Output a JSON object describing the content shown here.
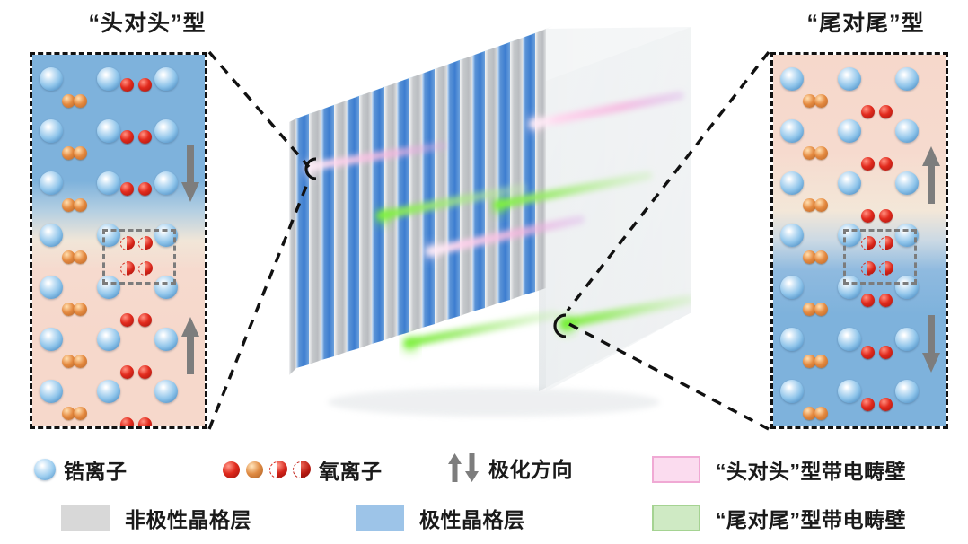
{
  "panels": {
    "left": {
      "title": "“头对头”型",
      "top_polarization": "down",
      "bottom_polarization": "up",
      "top_layer_color": "#7eb2dc",
      "bottom_layer_color": "#f6d8cb"
    },
    "right": {
      "title": "“尾对尾”型",
      "top_polarization": "up",
      "bottom_polarization": "down",
      "top_layer_color": "#f6d8cb",
      "bottom_layer_color": "#7eb2dc"
    }
  },
  "crystal": {
    "plate_colors": {
      "polar": "#3f7fd0",
      "nonpolar": "#c3c6c9",
      "face": "#e9eced"
    },
    "domain_walls": [
      {
        "type": "head-to-head",
        "color": "#f9b8dd"
      },
      {
        "type": "tail-to-tail",
        "color": "#7ae04a"
      }
    ],
    "plate_count": 21
  },
  "legend": {
    "items": [
      {
        "id": "zirconium-ion",
        "label": "锆离子",
        "marker": "sphere-blue",
        "color": "#8ec4ea"
      },
      {
        "id": "oxygen-ion",
        "label": "氧离子",
        "marker": "spheres-red-orange-half",
        "color": "#e02a1d"
      },
      {
        "id": "polarization-direction",
        "label": "极化方向",
        "marker": "arrows-up-down",
        "color": "#7d7d7d"
      },
      {
        "id": "head-to-head-charged-domain-wall",
        "label": "“头对头”型带电畴壁",
        "marker": "swatch",
        "color": "#fbdcef"
      },
      {
        "id": "nonpolar-lattice-layer",
        "label": "非极性晶格层",
        "marker": "swatch",
        "color": "#d8d8d8"
      },
      {
        "id": "polar-lattice-layer",
        "label": "极性晶格层",
        "marker": "swatch",
        "color": "#9dc4e8"
      },
      {
        "id": "tail-to-tail-charged-domain-wall",
        "label": "“尾对尾”型带电畴壁",
        "marker": "swatch",
        "color": "#cfeac4"
      }
    ]
  }
}
